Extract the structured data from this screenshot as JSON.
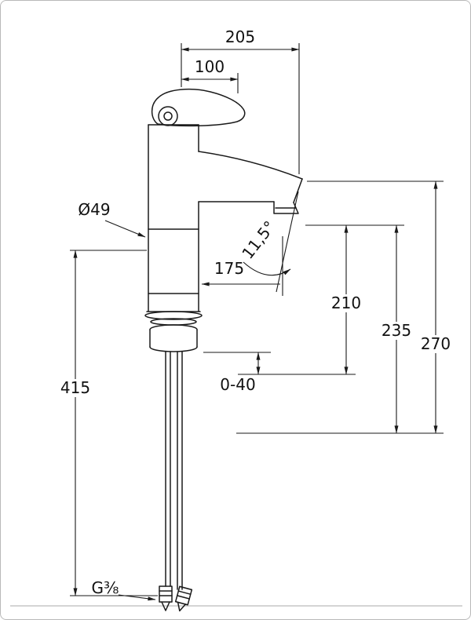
{
  "labels": {
    "dim205": "205",
    "dim100": "100",
    "dia": "Ø49",
    "dim175": "175",
    "angle": "11,5°",
    "dim210": "210",
    "dim235": "235",
    "dim270": "270",
    "range": "0-40",
    "dim415": "415",
    "thread": "G⅜"
  },
  "colors": {
    "line": "#1a1a1a",
    "frame_border": "#b9b9b9",
    "background": "#ffffff"
  }
}
